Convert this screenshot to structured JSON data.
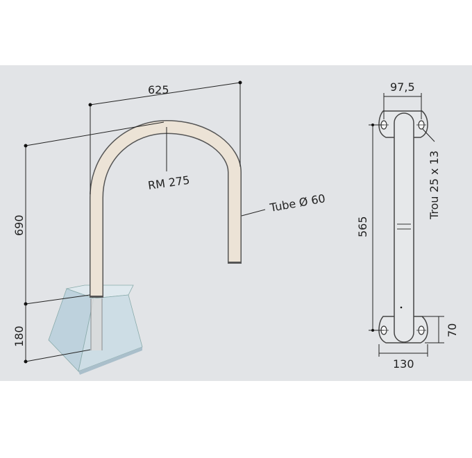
{
  "left_view": {
    "width_label": "625",
    "radius_label": "RM 275",
    "tube_label": "Tube Ø 60",
    "height_label": "690",
    "embed_label": "180"
  },
  "right_view": {
    "plate_width_label": "97,5",
    "hole_label": "Trou 25 x 13",
    "length_label": "565",
    "base_width_label": "130",
    "plate_height_label": "70"
  },
  "colors": {
    "panel_background": "#e2e4e7",
    "tube_fill": "#ece3d6",
    "tube_outline": "#555555",
    "concrete": "#c5d8e2"
  }
}
